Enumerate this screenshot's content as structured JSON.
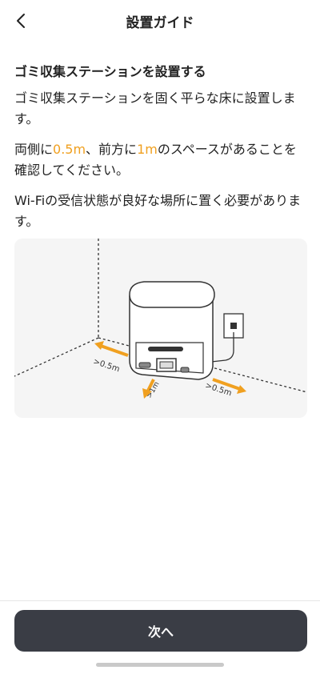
{
  "header": {
    "title": "設置ガイド"
  },
  "main": {
    "section_title": "ゴミ収集ステーションを設置する",
    "para1": "ゴミ収集ステーションを固く平らな床に設置します。",
    "para2": {
      "p1": "両側に",
      "v1": "0.5m",
      "p2": "、前方に",
      "v2": "1m",
      "p3": "のスペースがあることを確認してください。"
    },
    "para3": "Wi-Fiの受信状態が良好な場所に置く必要があります。"
  },
  "illustration": {
    "labels": {
      "left": ">0.5m",
      "right": ">0.5m",
      "front": ">1m"
    },
    "accent": "#f0a020"
  },
  "footer": {
    "next_label": "次へ"
  },
  "colors": {
    "button_bg": "#3a3d45",
    "highlight": "#f0a020"
  }
}
